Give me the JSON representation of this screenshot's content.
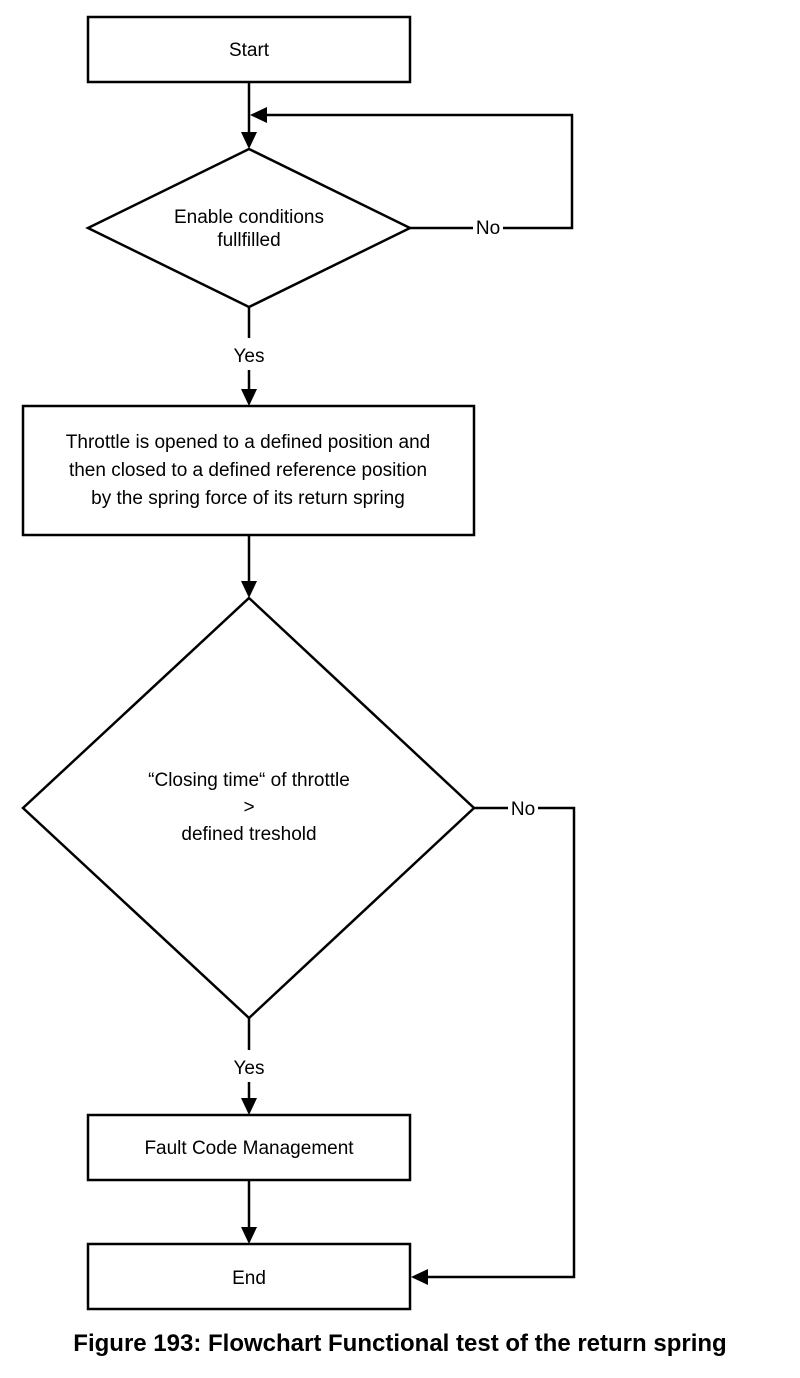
{
  "nodes": {
    "start": {
      "label": "Start"
    },
    "enable_check": {
      "lines": [
        "Enable conditions",
        "fullfilled"
      ]
    },
    "throttle_process": {
      "lines": [
        "Throttle is opened to a defined position and",
        "then closed to a defined reference position",
        "by the spring force of its return spring"
      ]
    },
    "closing_time_check": {
      "lines": [
        "“Closing time“ of throttle",
        ">",
        "defined treshold"
      ]
    },
    "fault_code": {
      "label": "Fault Code Management"
    },
    "end": {
      "label": "End"
    }
  },
  "edges": {
    "enable_no": "No",
    "enable_yes": "Yes",
    "closing_no": "No",
    "closing_yes": "Yes"
  },
  "caption": "Figure 193: Flowchart Functional test of the return spring"
}
